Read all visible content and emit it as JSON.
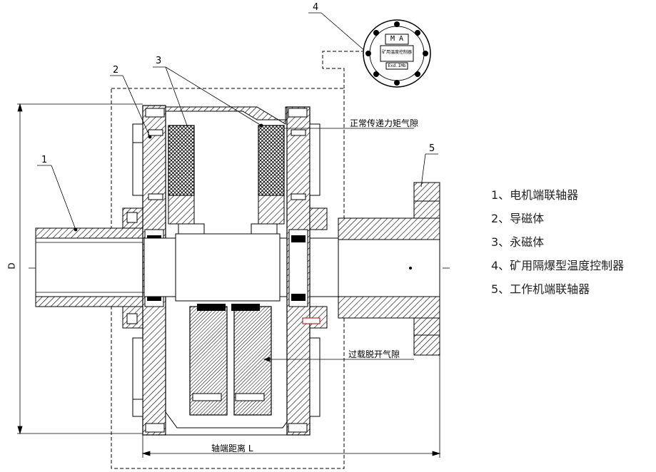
{
  "legend": [
    "1、电机端联轴器",
    "2、导磁体",
    "3、永磁体",
    "4、矿用隔爆型温度控制器",
    "5、工作机端联轴器"
  ],
  "callouts": {
    "part1": "1",
    "part2": "2",
    "part3": "3",
    "part4": "4",
    "part5": "5",
    "torque_gap": "正常传递力矩气隙",
    "overload_gap": "过载脱开气隙",
    "shaft_distance": "轴端距离 L",
    "dimension_d": "D"
  },
  "controller": {
    "brand": "M A",
    "name": "矿用温度控制器",
    "rating": "Exd.IMb"
  }
}
